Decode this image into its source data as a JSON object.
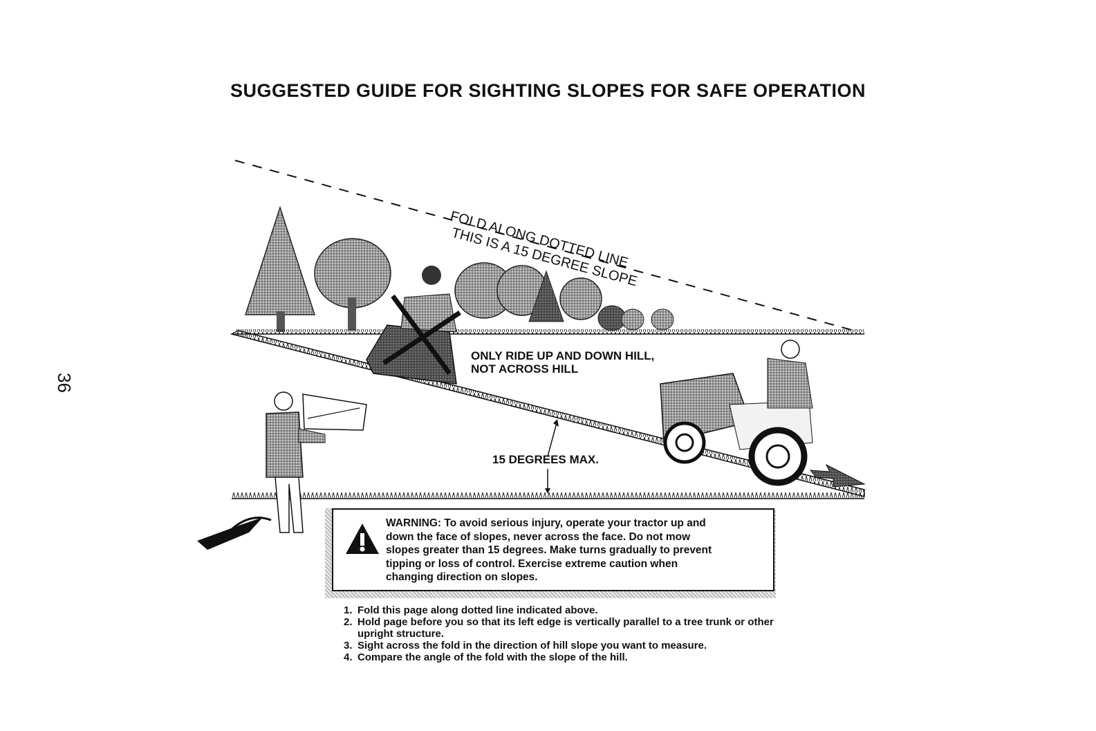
{
  "title": "SUGGESTED GUIDE FOR SIGHTING SLOPES FOR SAFE OPERATION",
  "page_number": "36",
  "fold_line_label": "FOLD ALONG DOTTED LINE",
  "slope_label": "THIS IS A 15 DEGREE SLOPE",
  "ride_instruction": [
    "ONLY RIDE UP AND DOWN HILL,",
    "NOT ACROSS HILL"
  ],
  "angle_label": "15 DEGREES MAX.",
  "warning": {
    "icon": "warning-triangle-icon",
    "lines": [
      "WARNING: To avoid serious injury, operate your tractor up and",
      "down the face of slopes, never across the face. Do not mow",
      "slopes greater than 15 degrees. Make turns gradually to prevent",
      "tipping or loss of control. Exercise extreme caution when",
      "changing direction on slopes."
    ]
  },
  "steps": [
    {
      "num": "1.",
      "text": "Fold this page along dotted line indicated above."
    },
    {
      "num": "2.",
      "text": "Hold page before you so that its left edge is vertically parallel to a tree trunk or other upright structure."
    },
    {
      "num": "3.",
      "text": "Sight across the fold in the direction of hill slope you want to measure."
    },
    {
      "num": "4.",
      "text": "Compare the angle of the fold with the slope of the hill."
    }
  ]
}
